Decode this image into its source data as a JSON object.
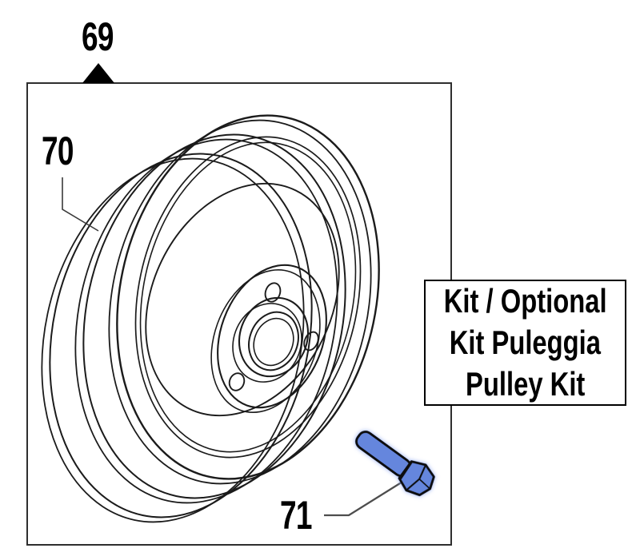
{
  "callouts": {
    "c69": "69",
    "c70": "70",
    "c71": "71"
  },
  "kit_box": {
    "line1": "Kit / Optional",
    "line2": "Kit Puleggia",
    "line3": "Pulley Kit"
  },
  "colors": {
    "bolt_fill": "#6586dd",
    "bolt_glow": "#8aa4ef"
  }
}
